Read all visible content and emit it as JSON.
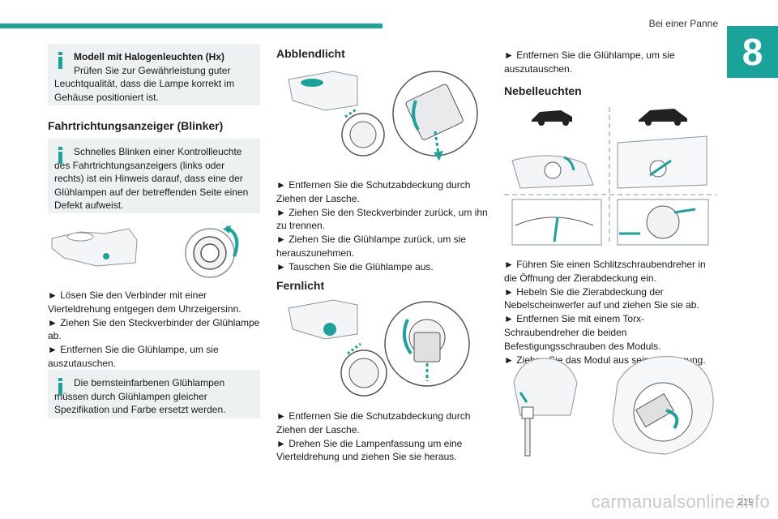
{
  "header": {
    "section": "Bei einer Panne",
    "chapter": "8"
  },
  "left": {
    "note1": {
      "bold": "Modell mit Halogenleuchten (Hx)",
      "text": "Prüfen Sie zur Gewährleistung guter Leuchtqualität, dass die Lampe korrekt im Gehäuse positioniert ist."
    },
    "heading": "Fahrtrichtungsanzeiger (Blinker)",
    "note2": "Schnelles Blinken einer Kontrollleuchte des Fahrtrichtungsanzeigers (links oder rechts) ist ein Hinweis darauf, dass eine der Glühlampen auf der betreffenden Seite einen Defekt aufweist.",
    "steps": [
      "► Lösen Sie den Verbinder mit einer Vierteldrehung entgegen dem Uhrzeigersinn.",
      "► Ziehen Sie den Steckverbinder der Glühlampe ab.",
      "► Entfernen Sie die Glühlampe, um sie auszutauschen."
    ],
    "note3": "Die bernsteinfarbenen Glühlampen müssen durch Glühlampen gleicher Spezifikation und Farbe ersetzt werden."
  },
  "middle": {
    "heading1": "Abblendlicht",
    "steps1": [
      "► Entfernen Sie die Schutzabdeckung durch Ziehen der Lasche.",
      "► Ziehen Sie den Steckverbinder zurück, um ihn zu trennen.",
      "► Ziehen Sie die Glühlampe zurück, um sie herauszunehmen.",
      "► Tauschen Sie die Glühlampe aus."
    ],
    "heading2": "Fernlicht",
    "steps2": [
      "► Entfernen Sie die Schutzabdeckung durch Ziehen der Lasche.",
      "► Drehen Sie die Lampenfassung um eine Vierteldrehung und ziehen Sie sie heraus."
    ]
  },
  "right": {
    "step0": "► Entfernen Sie die Glühlampe, um sie auszutauschen.",
    "heading": "Nebelleuchten",
    "steps": [
      "► Führen Sie einen Schlitzschraubendreher in die Öffnung der Zierabdeckung ein.",
      "► Hebeln Sie die Zierabdeckung der Nebelscheinwerfer auf und ziehen Sie sie ab.",
      "► Entfernen Sie mit einem Torx-Schraubendreher die beiden Befestigungsschrauben des Moduls.",
      "► Ziehen Sie das Modul aus seiner Halterung."
    ]
  },
  "footer": {
    "page": "219",
    "watermark": "carmanualsonline.info"
  },
  "colors": {
    "accent": "#1aa39a",
    "note_bg": "#eef1f2"
  }
}
